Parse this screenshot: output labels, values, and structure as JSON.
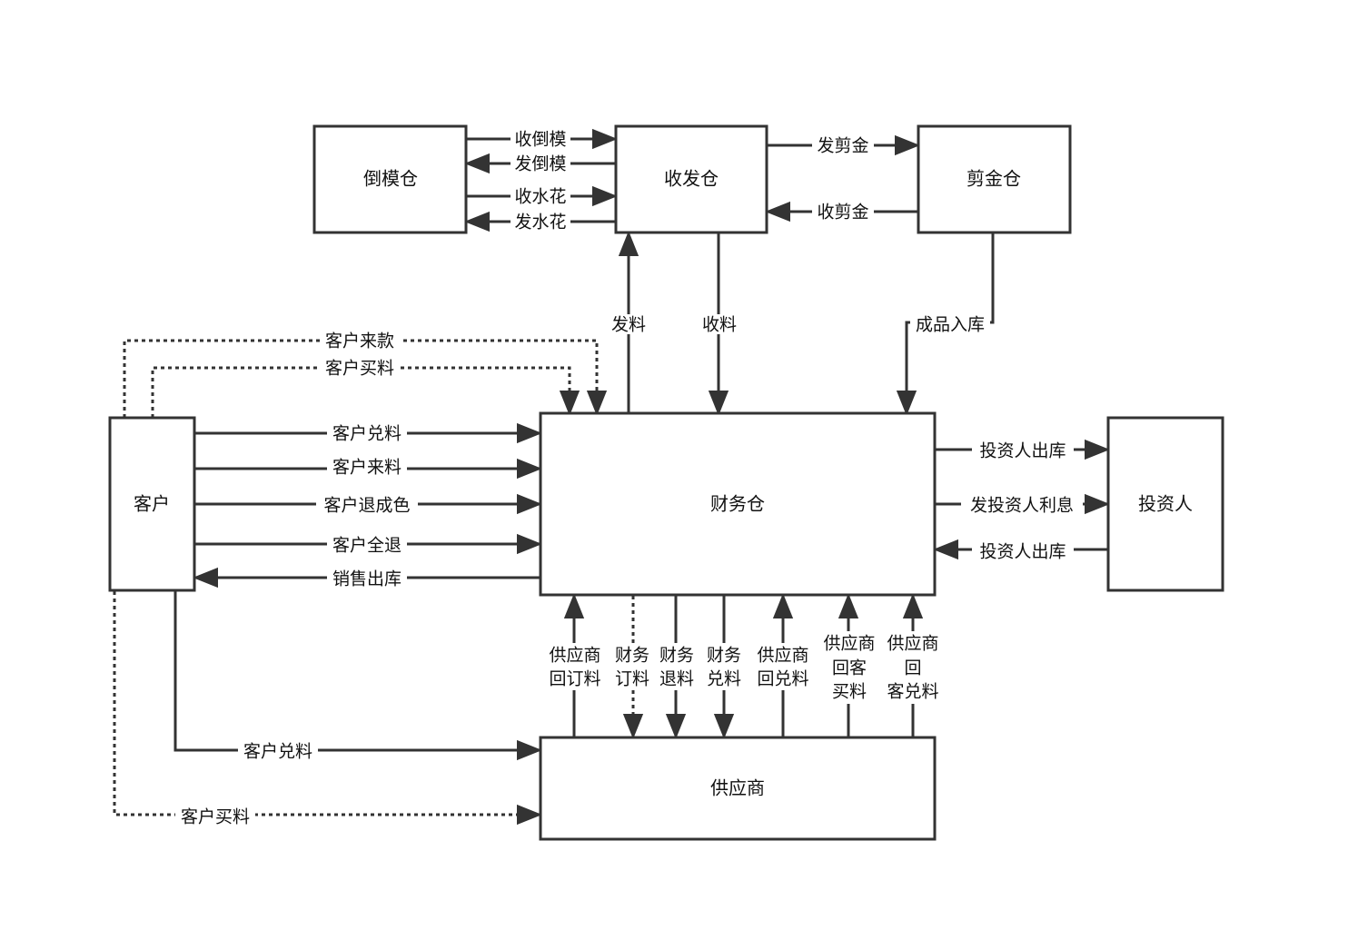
{
  "nodes": {
    "daomo": "倒模仓",
    "shoufa": "收发仓",
    "jianjin": "剪金仓",
    "kehu": "客户",
    "caiwu": "财务仓",
    "touziren": "投资人",
    "gongyingshang": "供应商"
  },
  "edges": {
    "shou_daomo": "收倒模",
    "fa_daomo": "发倒模",
    "shou_shuihua": "收水花",
    "fa_shuihua": "发水花",
    "fa_jianjin": "发剪金",
    "shou_jianjin": "收剪金",
    "faliao": "发料",
    "shouliao": "收料",
    "chengpin_ruku": "成品入库",
    "kehu_laikuan": "客户来款",
    "kehu_maoliao_top": "客户买料",
    "kehu_duiliao": "客户兑料",
    "kehu_lailiao": "客户来料",
    "kehu_tuichengse": "客户退成色",
    "kehu_quantui": "客户全退",
    "xiaoshou_chuku": "销售出库",
    "touziren_chuku_out": "投资人出库",
    "fa_touziren_lixi": "发投资人利息",
    "touziren_chuku_in": "投资人出库",
    "gys_hui_dingliao": [
      "供应商",
      "回订料"
    ],
    "caiwu_dingliao": [
      "财务",
      "订料"
    ],
    "caiwu_tuiliao": [
      "财务",
      "退料"
    ],
    "caiwu_duiliao": [
      "财务",
      "兑料"
    ],
    "gys_hui_duiliao": [
      "供应商",
      "回兑料"
    ],
    "gys_hui_kemaoliao": [
      "供应商",
      "回客",
      "买料"
    ],
    "gys_hui_keduiliao": [
      "供应商",
      "回",
      "客兑料"
    ],
    "kehu_duiliao_bottom": "客户兑料",
    "kehu_maoliao_bottom": "客户买料"
  }
}
